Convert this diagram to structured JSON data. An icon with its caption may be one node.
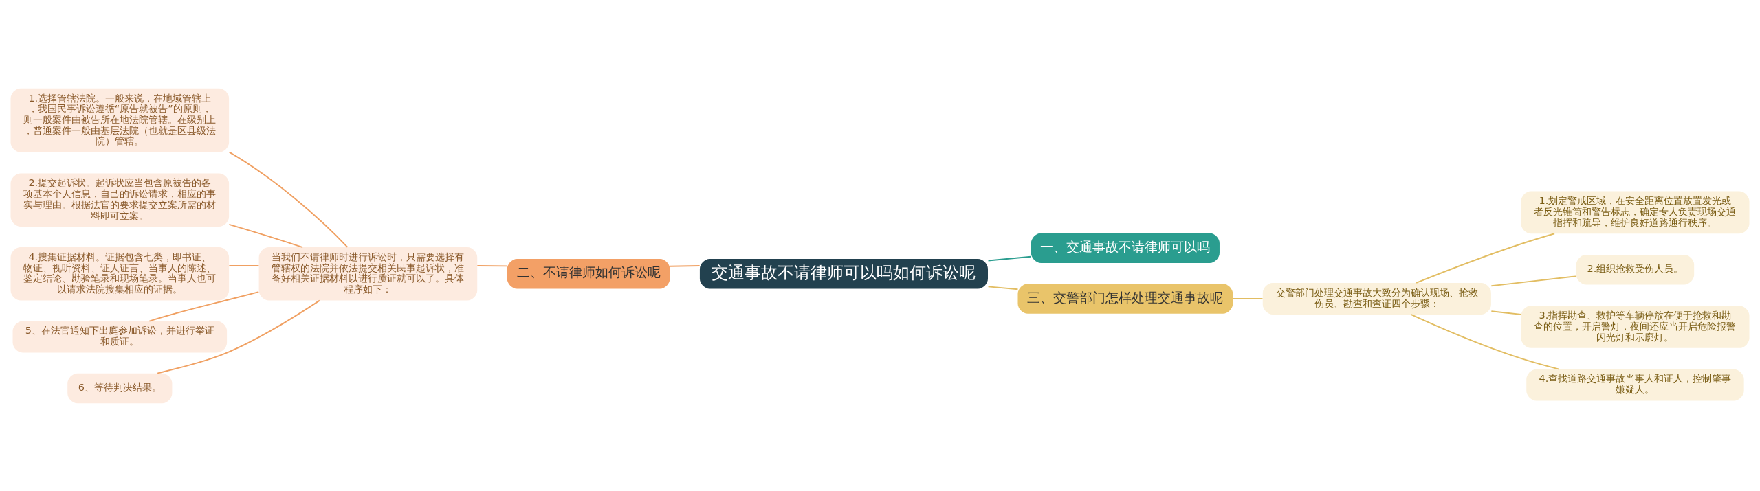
{
  "diagram": {
    "nodes": [
      {
        "text": [
          "交通事故不请律师可以吗如何诉讼呢"
        ]
      },
      {
        "text": [
          "一、交通事故不请律师可以吗"
        ]
      },
      {
        "text": [
          "二、不请律师如何诉讼呢"
        ]
      },
      {
        "text": [
          "当我们不请律师时进行诉讼时，只需要选择有管辖权的法院并依法提交相关民事起诉状，准备好相关证据材料以进行质证就可以了。具体程序如下："
        ]
      },
      {
        "text": [
          "1.选择管辖法院。一般来说，在地域管辖上，我国民事诉讼遵循“原告就被告”的原则，则一般案件由被告所在地法院管辖。在级别上，普通案件一般由基层法院（也就是区县级法院）管辖。"
        ]
      },
      {
        "text": [
          "2.提交起诉状。起诉状应当包含原被告的各项基本个人信息，自己的诉讼请求，相应的事实与理由。根据法官的要求提交立案所需的材料即可立案。"
        ]
      },
      {
        "text": [
          "4.搜集证据材料。证据包含七类，即书证、物证、视听资料、证人证言、当事人的陈述、鉴定结论、勘验笔录和现场笔录。当事人也可以请求法院搜集相应的证据。"
        ]
      },
      {
        "text": [
          "5、在法官通知下出庭参加诉讼，并进行举证和质证。"
        ]
      },
      {
        "text": [
          "6、等待判决结果。"
        ]
      },
      {
        "text": [
          "三、交警部门怎样处理交通事故呢"
        ]
      },
      {
        "text": [
          "交警部门处理交通事故大致分为确认现场、抢救伤员、勘查和查证四个步骤："
        ]
      },
      {
        "text": [
          "1.划定警戒区域，在安全距离位置放置发光或者反光锥筒和警告标志，确定专人负责现场交通指挥和疏导，维护良好道路通行秩序。"
        ]
      },
      {
        "text": [
          "2.组织抢救受伤人员。"
        ]
      },
      {
        "text": [
          "3.指挥勘查、救护等车辆停放在便于抢救和勘查的位置，开启警灯，夜间还应当开启危险报警闪光灯和示廓灯。"
        ]
      },
      {
        "text": [
          "4.查找道路交通事故当事人和证人，控制肇事嫌疑人。"
        ]
      }
    ],
    "edges": [
      {
        "from": 0,
        "to": 1,
        "arrow": "none",
        "color": "#2a9d8f"
      },
      {
        "from": 0,
        "to": 2,
        "arrow": "none"
      },
      {
        "from": 2,
        "to": 3,
        "arrow": "none"
      },
      {
        "from": 3,
        "to": 4,
        "arrow": "none"
      },
      {
        "from": 3,
        "to": 5,
        "arrow": "none"
      },
      {
        "from": 3,
        "to": 6,
        "arrow": "none"
      },
      {
        "from": 3,
        "to": 7,
        "arrow": "none"
      },
      {
        "from": 3,
        "to": 8,
        "arrow": "none"
      },
      {
        "from": 0,
        "to": 9,
        "arrow": "none",
        "color": "#e2bd62"
      },
      {
        "from": 9,
        "to": 10,
        "arrow": "none",
        "color": "#e2bd62"
      },
      {
        "from": 10,
        "to": 11,
        "arrow": "none",
        "color": "#e2bd62"
      },
      {
        "from": 10,
        "to": 12,
        "arrow": "none",
        "color": "#e2bd62"
      },
      {
        "from": 10,
        "to": 13,
        "arrow": "none",
        "color": "#e2bd62"
      },
      {
        "from": 10,
        "to": 14,
        "arrow": "none",
        "color": "#e2bd62"
      }
    ]
  }
}
